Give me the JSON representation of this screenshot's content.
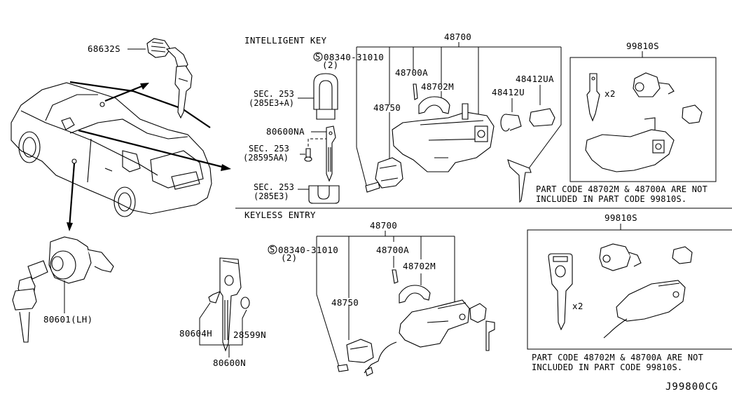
{
  "diagram": {
    "catalog_code": "J99800CG",
    "sections": {
      "intelligent_key": "INTELLIGENT KEY",
      "keyless_entry": "KEYLESS ENTRY"
    },
    "vehicle_parts": {
      "rear_lock": "68632S",
      "door_lock": "80601(LH)",
      "key_assembly": "80600N",
      "key_screw": "80604H",
      "key_cap": "28599N"
    },
    "intelligent_key": {
      "screw_symbol": "S",
      "screw_code": "08340-31010",
      "screw_qty": "(2)",
      "sec_fob_top_1": "SEC. 253",
      "sec_fob_top_2": "(285E3+A)",
      "emergency_key": "80600NA",
      "sec_screw_1": "SEC. 253",
      "sec_screw_2": "(28595AA)",
      "sec_fob_bottom_1": "SEC. 253",
      "sec_fob_bottom_2": "(285E3)",
      "assembly": "48700",
      "part_a": "48700A",
      "part_m": "48702M",
      "part_750": "48750",
      "part_u": "48412U",
      "part_ua": "48412UA",
      "kit": "99810S",
      "kit_qty": "x2",
      "note_1": "PART CODE 48702M & 48700A ARE NOT",
      "note_2": "INCLUDED IN PART CODE 99810S."
    },
    "keyless_entry": {
      "screw_symbol": "S",
      "screw_code": "08340-31010",
      "screw_qty": "(2)",
      "assembly": "48700",
      "part_a": "48700A",
      "part_m": "48702M",
      "part_750": "48750",
      "kit": "99810S",
      "kit_qty": "x2",
      "note_1": "PART CODE 48702M & 48700A ARE NOT",
      "note_2": "INCLUDED IN PART CODE 99810S."
    }
  }
}
